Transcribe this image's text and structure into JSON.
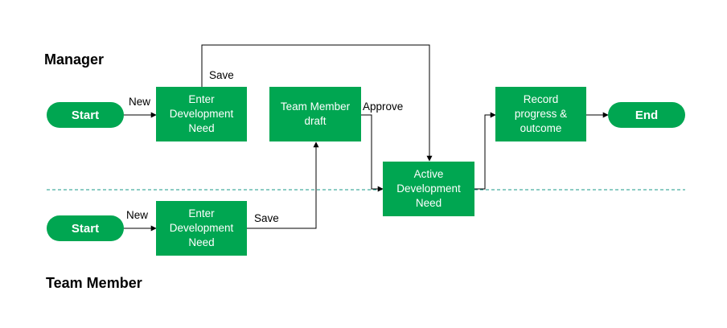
{
  "colors": {
    "node_fill": "#00a651",
    "node_text": "#ffffff",
    "divider": "#1a9a8a",
    "connector": "#000000"
  },
  "lanes": {
    "manager": {
      "title": "Manager"
    },
    "team_member": {
      "title": "Team Member"
    }
  },
  "nodes": {
    "manager_start": "Start",
    "manager_enter": "Enter\nDevelopment\nNeed",
    "team_member_draft": "Team Member\ndraft",
    "active_need": "Active\nDevelopment\nNeed",
    "record_progress": "Record\nprogress &\noutcome",
    "end": "End",
    "tm_start": "Start",
    "tm_enter": "Enter\nDevelopment\nNeed"
  },
  "edge_labels": {
    "manager_new": "New",
    "manager_save": "Save",
    "approve": "Approve",
    "tm_new": "New",
    "tm_save": "Save"
  }
}
